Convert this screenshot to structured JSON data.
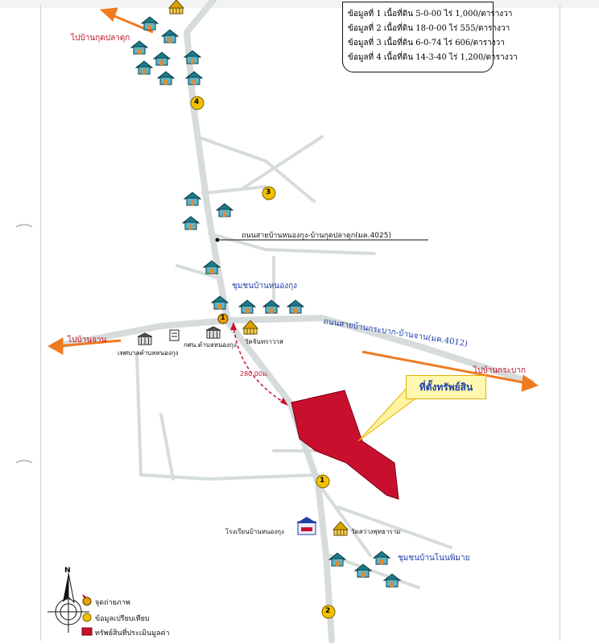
{
  "info_box": [
    "ข้อมูลที่ 1 เนื้อที่ดิน 5-0-00 ไร่ 1,000/ตารางวา",
    "ข้อมูลที่ 2 เนื้อที่ดิน 18-0-00 ไร่ 555/ตารางวา",
    "ข้อมูลที่ 3 เนื้อที่ดิน 6-0-74 ไร่ 606/ตารางวา",
    "ข้อมูลที่ 4 เนื้อที่ดิน 14-3-40 ไร่ 1,200/ตารางวา"
  ],
  "labels": {
    "to_kud_pla_duk": "ไปบ้านกุดปลาดุก",
    "to_ban_chan": "ไปบ้านจาน",
    "to_ban_krabak": "ไปบ้านกระบาก",
    "road_4025": "ถนนสายบ้านหนองกุง-บ้านกุดปลาดุก(มค.4025)",
    "road_4012": "ถนนสายบ้านกระบาก-บ้านจาน(มค.4012)",
    "community_nong_kung": "ชุมชนบ้านหนองกุง",
    "community_non_phimai": "ชุมชนบ้านโนนพิมาย",
    "municipality": "เทศบาลตำบลหนองกุง",
    "ksn": "กศน.ตำบลหนองกุง",
    "temple_chan": "วัดจันทราวาส",
    "school": "โรงเรียนบ้านหนองกุง",
    "temple_sawang": "วัดสว่างพุทธาราม",
    "distance": "280.00ม.",
    "callout": "ที่ตั้งทรัพย์สิน"
  },
  "markers": {
    "photo": "1",
    "comp1": "1",
    "comp2": "2",
    "comp3": "3",
    "comp4": "4"
  },
  "legend": {
    "north": "N",
    "photo_point": "จุดถ่ายภาพ",
    "comparable": "ข้อมูลเปรียบเทียบ",
    "subject": "ทรัพย์สินที่ประเมินมูลค่า"
  },
  "colors": {
    "road": "#d6dcdc",
    "subject": "#c8102e",
    "arrow": "#f07a20",
    "marker": "#f2c200"
  }
}
